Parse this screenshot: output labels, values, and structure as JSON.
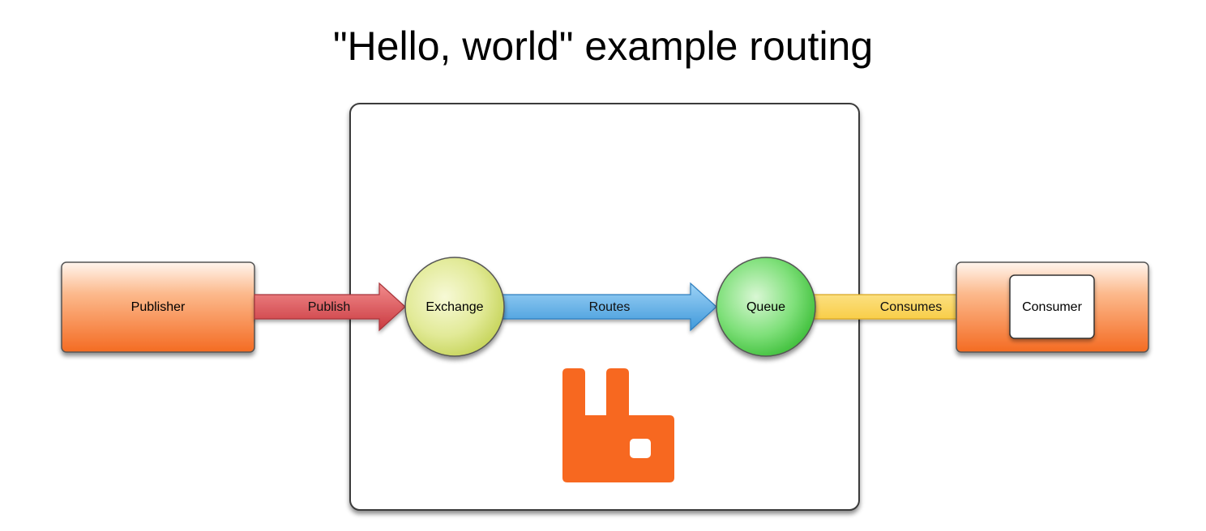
{
  "title": "\"Hello, world\" example routing",
  "nodes": {
    "publisher": "Publisher",
    "exchange": "Exchange",
    "queue": "Queue",
    "consumer": "Consumer"
  },
  "edges": {
    "publish": "Publish",
    "routes": "Routes",
    "consumes": "Consumes"
  },
  "colors": {
    "publisher_fill_top": "#fde3d3",
    "publisher_fill_bottom": "#f4742a",
    "publish_arrow": "#d9535a",
    "exchange_fill": "#dbe683",
    "routes_arrow": "#58ade6",
    "queue_fill": "#67d764",
    "consumes_arrow": "#fbd552",
    "broker_logo": "#f76820"
  },
  "icons": {
    "broker_logo": "rabbitmq-logo-icon"
  }
}
